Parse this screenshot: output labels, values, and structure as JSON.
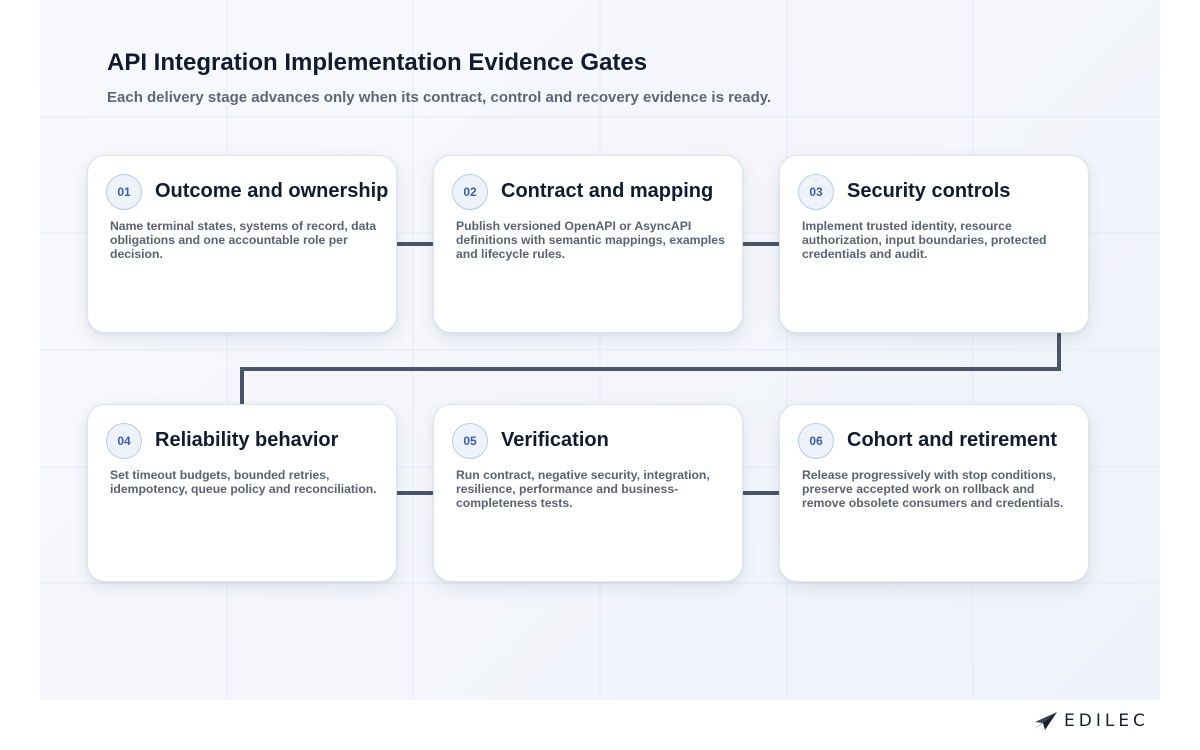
{
  "header": {
    "title": "API Integration Implementation Evidence Gates",
    "subtitle": "Each delivery stage advances only when its contract, control and recovery evidence is ready."
  },
  "stages": [
    {
      "number": "01",
      "title": "Outcome and ownership",
      "description": "Name terminal states, systems of record, data obligations and one accountable role per decision."
    },
    {
      "number": "02",
      "title": "Contract and mapping",
      "description": "Publish versioned OpenAPI or AsyncAPI definitions with semantic mappings, examples and lifecycle rules."
    },
    {
      "number": "03",
      "title": "Security controls",
      "description": "Implement trusted identity, resource authorization, input boundaries, protected credentials and audit."
    },
    {
      "number": "04",
      "title": "Reliability behavior",
      "description": "Set timeout budgets, bounded retries, idempotency, queue policy and reconciliation."
    },
    {
      "number": "05",
      "title": "Verification",
      "description": "Run contract, negative security, integration, resilience, performance and business-completeness tests."
    },
    {
      "number": "06",
      "title": "Cohort and retirement",
      "description": "Release progressively with stop conditions, preserve accepted work on rollback and remove obsolete consumers and credentials."
    }
  ],
  "brand": {
    "name": "EDILEC",
    "icon": "paper-plane-logo-icon"
  },
  "colors": {
    "connector": "#4a5568",
    "badge_text": "#3a5fa0",
    "title": "#111b30"
  }
}
